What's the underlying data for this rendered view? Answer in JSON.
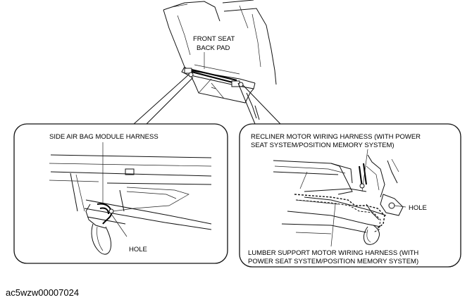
{
  "diagram": {
    "top_label": [
      "FRONT SEAT",
      "BACK PAD"
    ],
    "left_panel": {
      "title": "SIDE AIR BAG MODULE HARNESS",
      "hole_label": "HOLE"
    },
    "right_panel": {
      "title": [
        "RECLINER MOTOR WIRING HARNESS (WITH POWER",
        "SEAT SYSTEM/POSITION MEMORY SYSTEM)"
      ],
      "hole_label": "HOLE",
      "bottom_label": [
        "LUMBER SUPPORT MOTOR WIRING HARNESS (WITH",
        "POWER SEAT SYSTEM/POSITION MEMORY SYSTEM)"
      ]
    },
    "figure_code": "ac5wzw00007024"
  }
}
